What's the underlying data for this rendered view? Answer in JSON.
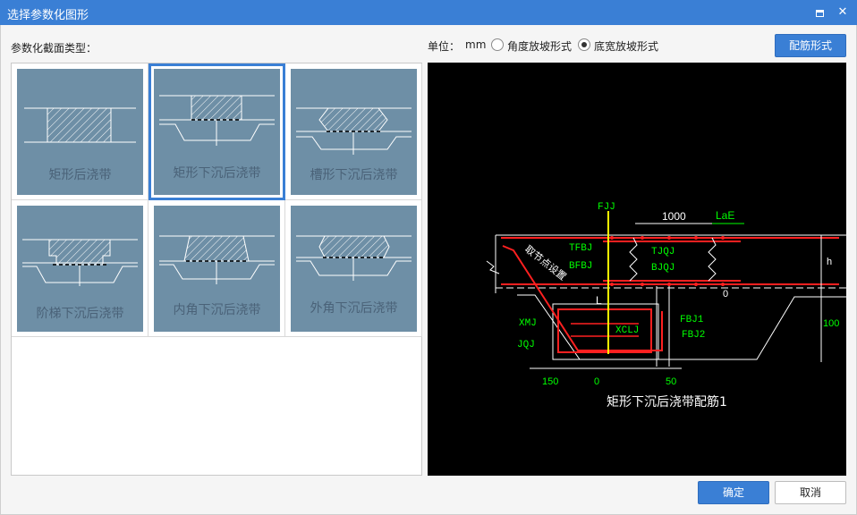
{
  "window": {
    "title": "选择参数化图形"
  },
  "labels": {
    "section_type": "参数化截面类型：",
    "unit_prefix": "单位：",
    "unit_value": "mm"
  },
  "slope_options": [
    {
      "label": "角度放坡形式",
      "selected": false
    },
    {
      "label": "底宽放坡形式",
      "selected": true
    }
  ],
  "buttons": {
    "rebar_form": "配筋形式",
    "ok": "确定",
    "cancel": "取消"
  },
  "shapes": [
    {
      "label": "矩形后浇带",
      "selected": false
    },
    {
      "label": "矩形下沉后浇带",
      "selected": true
    },
    {
      "label": "槽形下沉后浇带",
      "selected": false
    },
    {
      "label": "阶梯下沉后浇带",
      "selected": false
    },
    {
      "label": "内角下沉后浇带",
      "selected": false
    },
    {
      "label": "外角下沉后浇带",
      "selected": false
    }
  ],
  "preview": {
    "caption": "矩形下沉后浇带配筋1",
    "labels": {
      "fjj": "FJJ",
      "dim_1000": "1000",
      "lae": "LaE",
      "tfbj": "TFBJ",
      "tjqj": "TJQJ",
      "bfbj": "BFBJ",
      "bjqj": "BJQJ",
      "diagonal": "取节点设置",
      "h": "h",
      "zero_right": "0",
      "l": "L",
      "fbj1": "FBJ1",
      "xmj": "XMJ",
      "xclj": "XCLJ",
      "fbj2": "FBJ2",
      "jqj": "JQJ",
      "dim_100": "100",
      "dim_150": "150",
      "dim_0": "0",
      "dim_50": "50"
    },
    "colors": {
      "background": "#000000",
      "rebar": "#ff2020",
      "label": "#00ff00",
      "line": "#ffffff",
      "axis": "#ffff00"
    }
  }
}
